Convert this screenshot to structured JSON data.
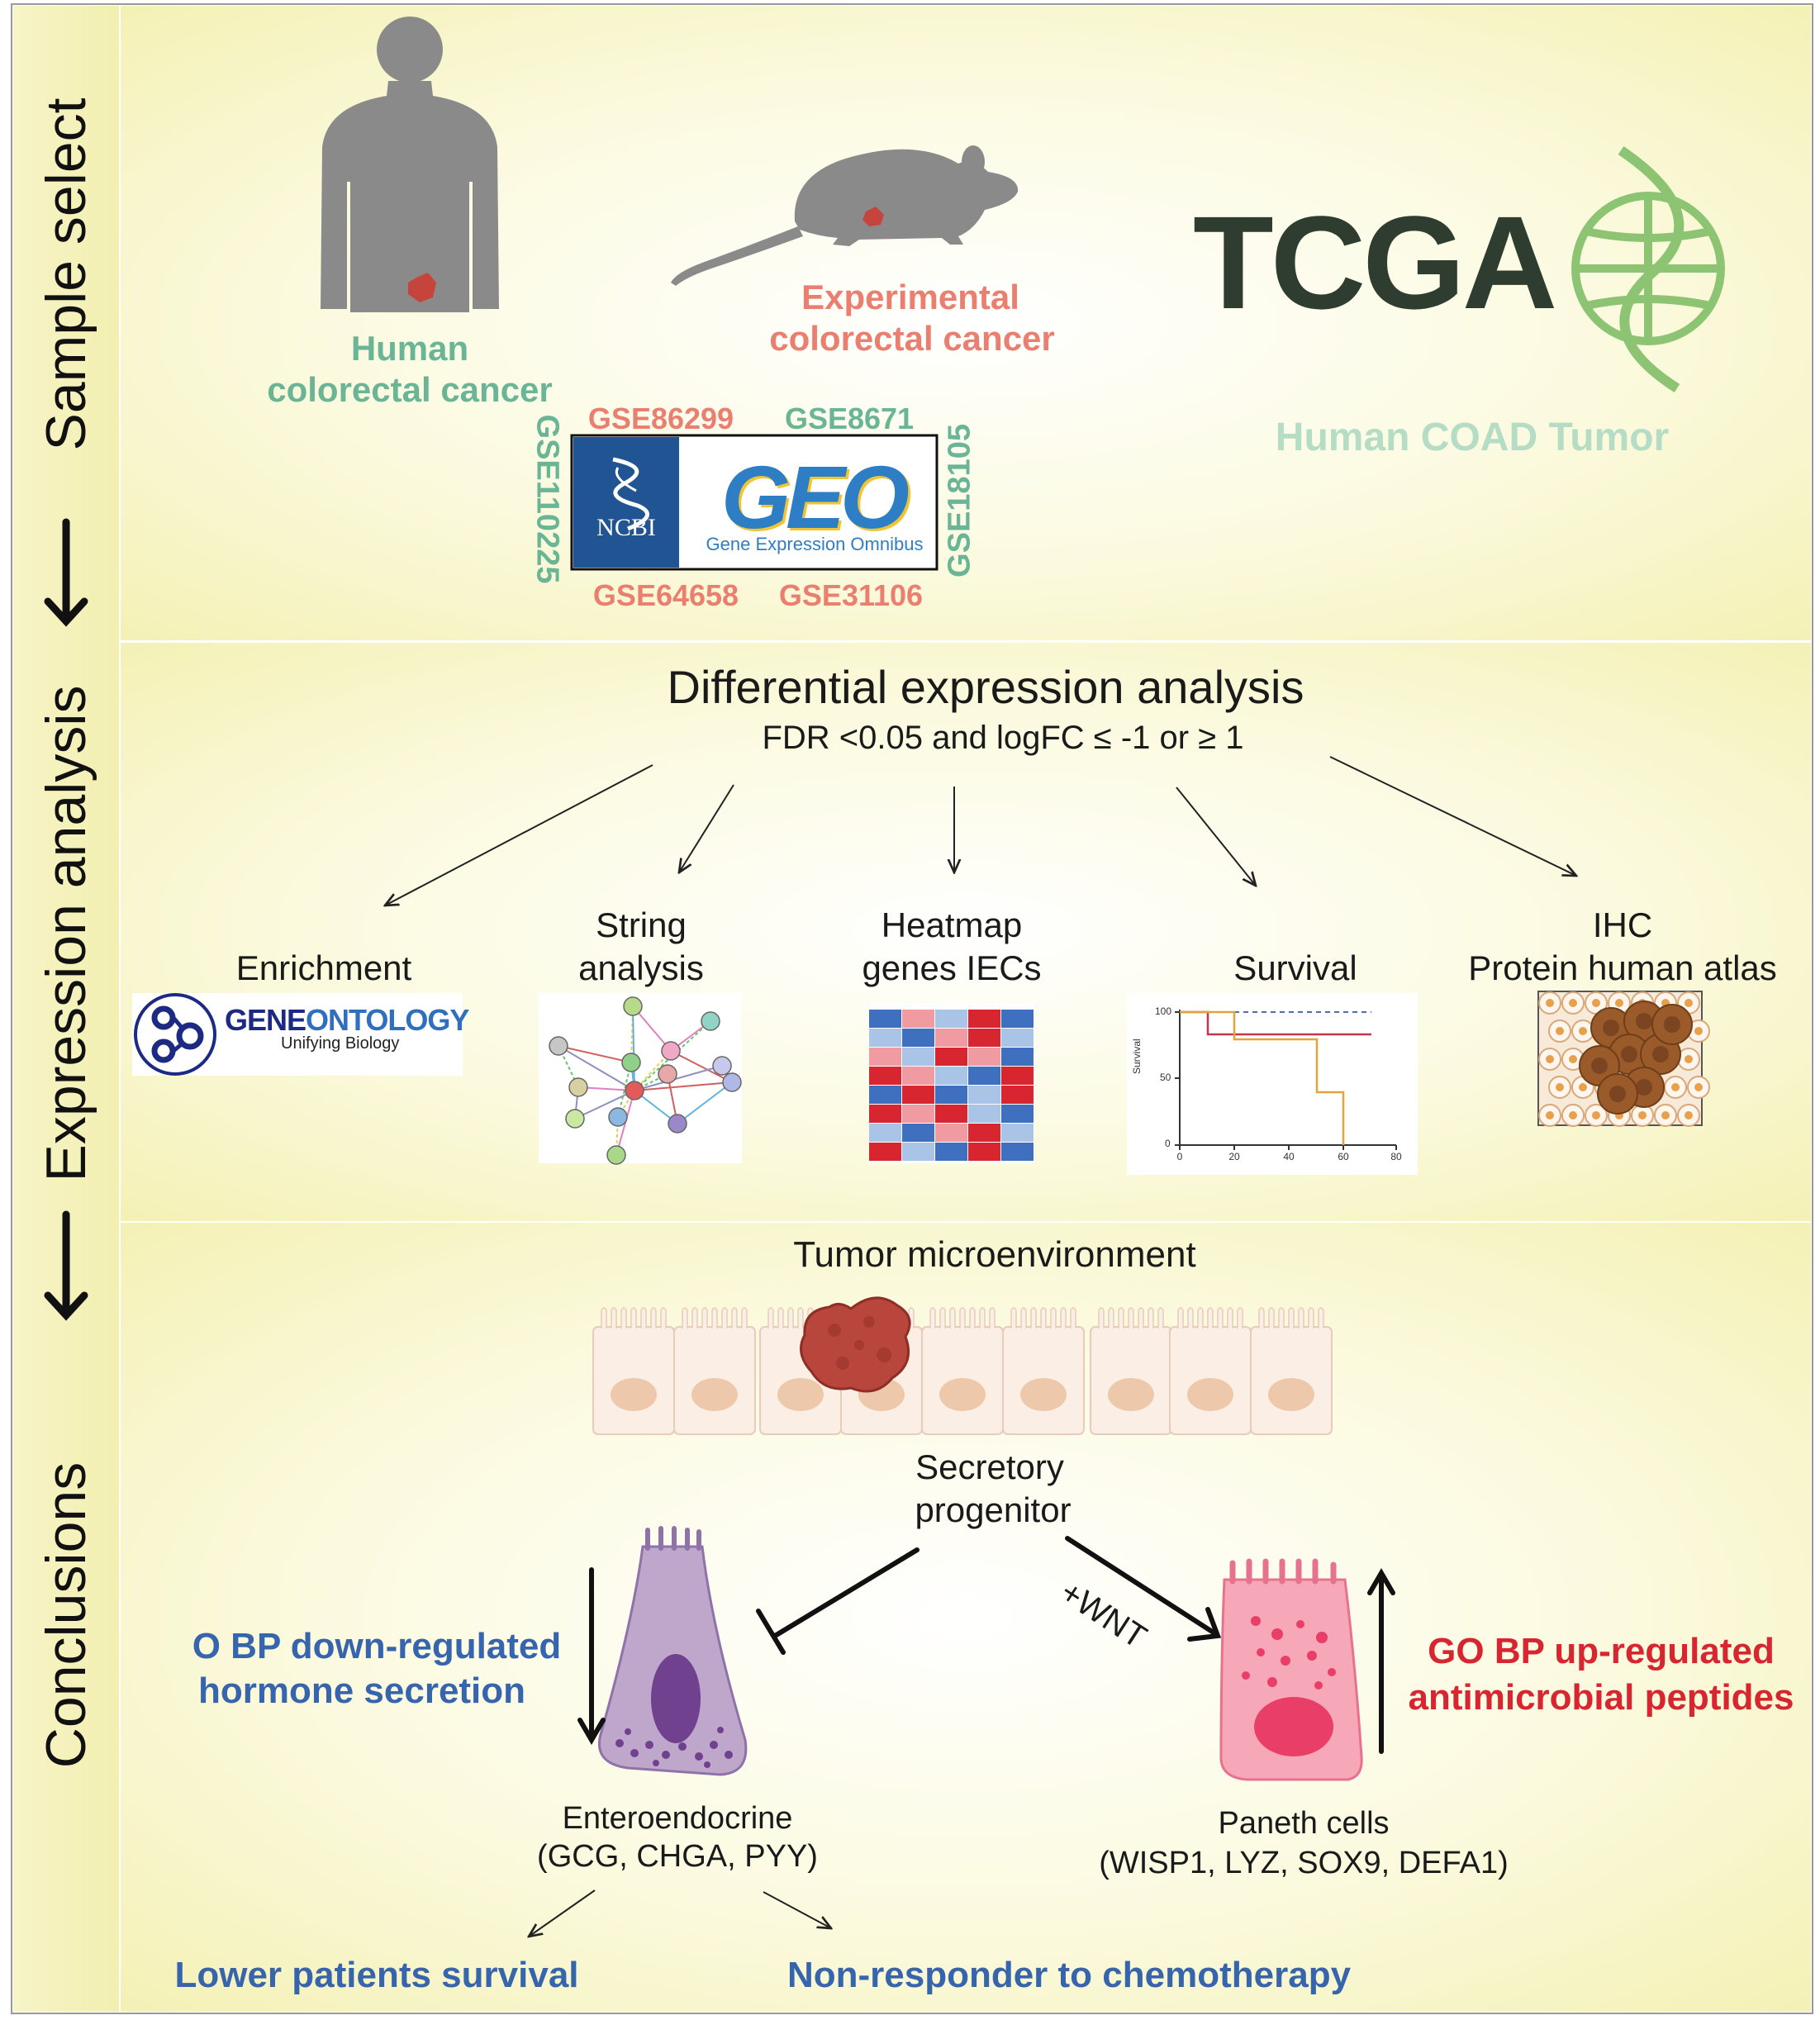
{
  "sections": {
    "sample_select": "Sample select",
    "expression_analysis": "Expression analysis",
    "conclusions": "Conclusions"
  },
  "sample": {
    "human_line1": "Human",
    "human_line2": "colorectal cancer",
    "experimental_line1": "Experimental",
    "experimental_line2": "colorectal cancer",
    "tcga": "TCGA",
    "tcga_caption": "Human COAD Tumor",
    "ncbi": "NCBI",
    "geo": "GEO",
    "geo_caption": "Gene Expression Omnibus",
    "gse_top_left": "GSE86299",
    "gse_top_right": "GSE8671",
    "gse_bottom_left": "GSE64658",
    "gse_bottom_right": "GSE31106",
    "gse_left": "GSE110225",
    "gse_right": "GSE18105"
  },
  "analysis": {
    "title": "Differential expression analysis",
    "criteria": "FDR <0.05 and logFC ≤ -1 or ≥ 1",
    "enrichment": "Enrichment",
    "string_line1": "String",
    "string_line2": "analysis",
    "heatmap_line1": "Heatmap",
    "heatmap_line2": "genes IECs",
    "survival": "Survival",
    "ihc_line1": "IHC",
    "ihc_line2": "Protein human atlas",
    "geneontology_a": "GENE",
    "geneontology_b": "ONTOLOGY",
    "geneontology_tagline": "Unifying Biology",
    "survival_ylabel": "Survival",
    "survival_yticks": [
      "100",
      "50",
      "0"
    ],
    "survival_xticks": [
      "0",
      "20",
      "40",
      "60",
      "80"
    ]
  },
  "conclusions": {
    "tme": "Tumor microenvironment",
    "progenitor_line1": "Secretory",
    "progenitor_line2": "progenitor",
    "wnt": "+WNT",
    "down_line1": "O BP down-regulated",
    "down_line2": "hormone secretion",
    "up_line1": "GO BP up-regulated",
    "up_line2": "antimicrobial peptides",
    "entero_line1": "Enteroendocrine",
    "entero_line2": "(GCG, CHGA, PYY)",
    "paneth_line1": "Paneth cells",
    "paneth_line2": "(WISP1, LYZ, SOX9, DEFA1)",
    "outcome_left": "Lower patients survival",
    "outcome_right": "Non-responder to chemotherapy"
  },
  "colors": {
    "teal": "#6ab596",
    "salmon": "#eb7f6f",
    "blue": "#3765ad",
    "red": "#d7262f",
    "tcga_dark": "#2f3d30",
    "globe_green": "#8cc474",
    "silhouette": "#8a8a8a",
    "tumor": "#c5443b"
  }
}
